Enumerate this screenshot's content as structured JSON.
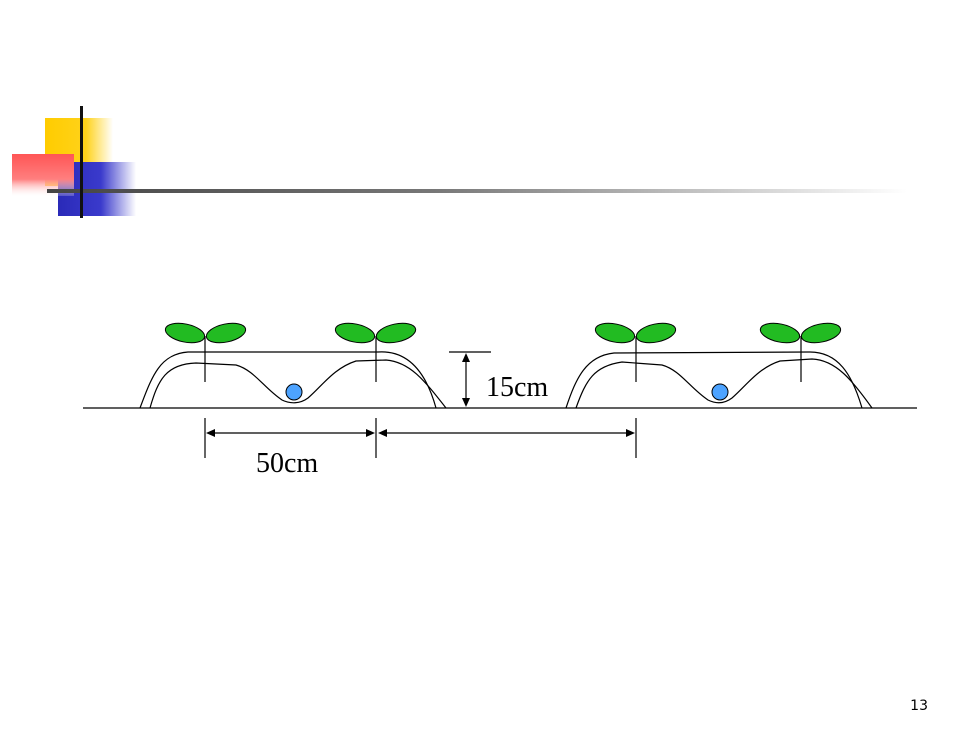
{
  "slide": {
    "page_number": "13"
  },
  "diagram": {
    "height_label": "15cm",
    "spacing_label": "50cm",
    "colors": {
      "leaf": "#22bb22",
      "dripper": "#4da3ff",
      "outline": "#000000"
    },
    "icons": [
      "seedling-icon",
      "drip-emitter-icon"
    ]
  }
}
